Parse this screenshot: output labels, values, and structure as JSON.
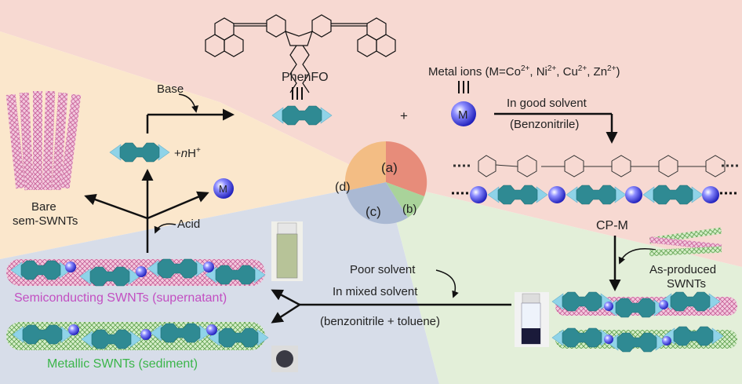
{
  "labels": {
    "phenfo": "PhenFO",
    "metal_ions_prefix": "Metal ions (M=Co",
    "metal_ions_sep1": ", Ni",
    "metal_ions_sep2": ", Cu",
    "metal_ions_sep3": ", Zn",
    "metal_ions_suffix": ")",
    "charge": "2+",
    "plus": "+",
    "metal_symbol": "M",
    "base": "Base",
    "acid": "Acid",
    "proton_prefix": "+",
    "proton_n": "n",
    "proton_h": "H",
    "proton_charge": "+",
    "bare_line1": "Bare",
    "bare_line2": "sem-SWNTs",
    "good_solvent": "In good solvent",
    "benzonitrile": "(Benzonitrile)",
    "cp_m": "CP-M",
    "as_produced_line1": "As-produced",
    "as_produced_line2": "SWNTs",
    "poor_solvent": "Poor solvent",
    "mixed_solvent": "In mixed solvent",
    "mixed_solvent_detail": "(benzonitrile + toluene)",
    "semiconducting": "Semiconducting SWNTs (supernatant)",
    "metallic": "Metallic SWNTs (sediment)",
    "sector_a": "(a)",
    "sector_b": "(b)",
    "sector_c": "(c)",
    "sector_d": "(d)"
  },
  "colors": {
    "bg_top": "#f7d9d2",
    "bg_left": "#fbe7cc",
    "bg_bottom": "#d7dde9",
    "bg_right": "#e3efd9",
    "sector_a": "#e78c7a",
    "sector_b": "#a9d39a",
    "sector_c": "#aab9d3",
    "sector_d": "#f3bd84",
    "semiconducting_text": "#c24fc2",
    "metallic_text": "#3bb54a",
    "fluorene": "#2f8a93",
    "phenanthroline": "#8fd3e8",
    "metal_ball": "#3535d6"
  }
}
